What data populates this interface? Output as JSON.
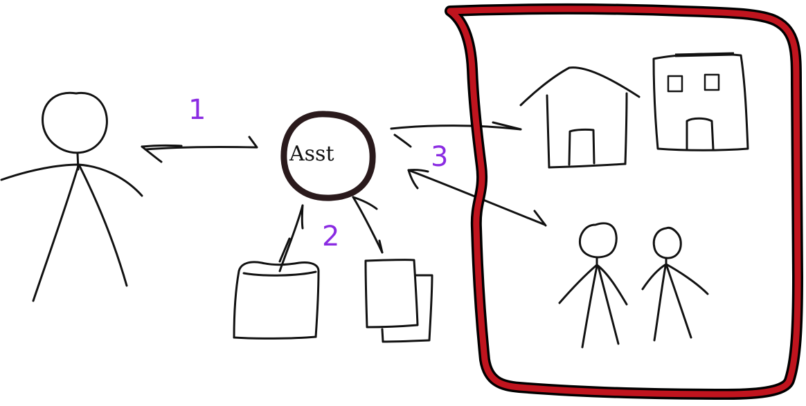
{
  "assistant": {
    "label": "Asst"
  },
  "steps": [
    {
      "id": "step-1",
      "label": "1"
    },
    {
      "id": "step-2",
      "label": "2"
    },
    {
      "id": "step-3",
      "label": "3"
    }
  ],
  "colors": {
    "ink": "#111111",
    "step_label": "#8a2be2",
    "world_border": "#c0141e",
    "world_border_outline": "#000000",
    "asst_ring": "#2a1a1c"
  },
  "icons": [
    "person-icon",
    "assistant-circle-icon",
    "storage-bag-icon",
    "documents-icon",
    "house-icon",
    "office-building-icon",
    "people-icon"
  ]
}
